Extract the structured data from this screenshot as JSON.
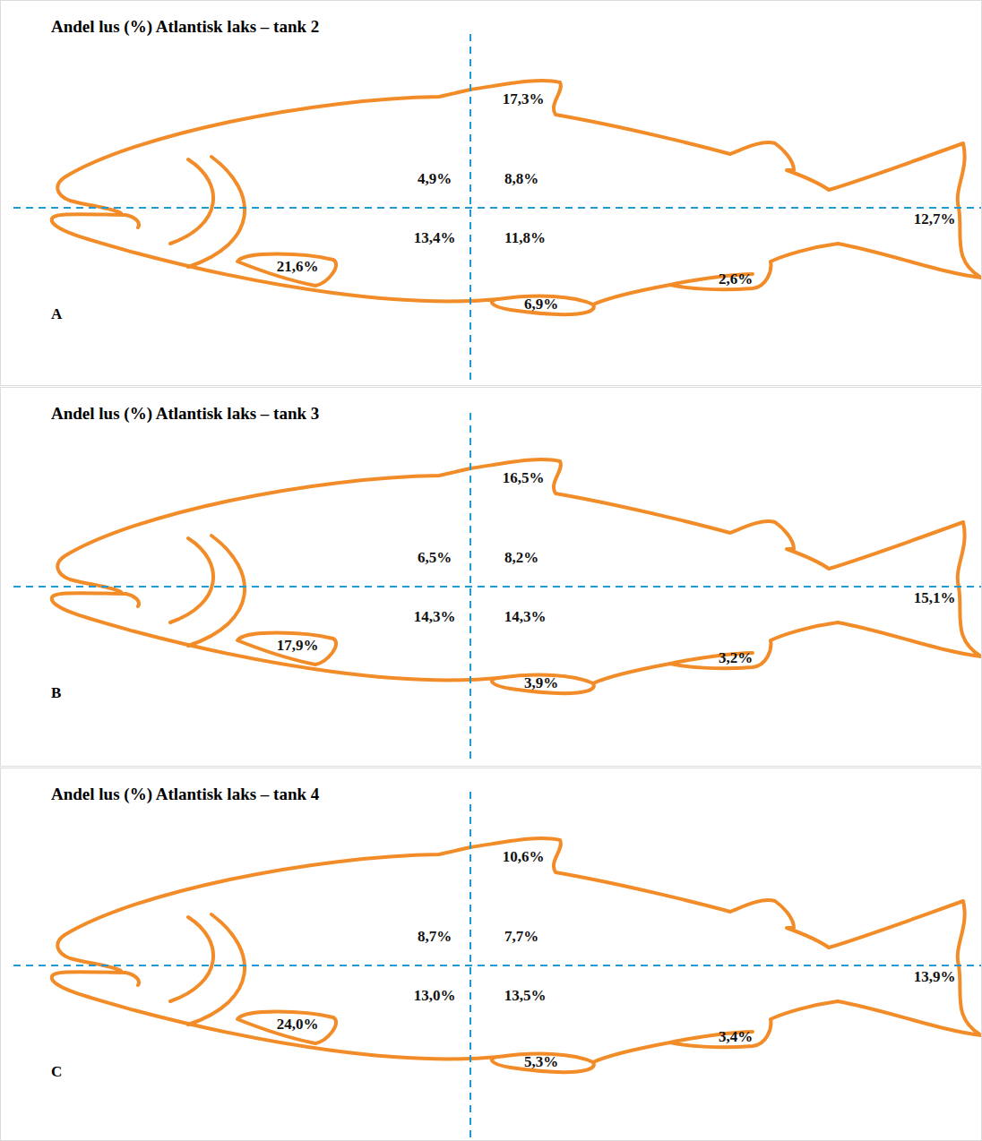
{
  "diagram": {
    "nodes": [
      {
        "text": [
          "Andel lus (%) Atlantisk laks  – tank 2",
          "A"
        ]
      },
      {
        "text": [
          "Andel lus (%) Atlantisk laks  – tank 3",
          "B"
        ]
      },
      {
        "text": [
          "Andel lus (%) Atlantisk laks  – tank 4",
          "C"
        ]
      }
    ],
    "labels": [
      "17,3%",
      "4,9%",
      "8,8%",
      "13,4%",
      "11,8%",
      "12,7%",
      "21,6%",
      "2,6%",
      "6,9%",
      "16,5%",
      "6,5%",
      "8,2%",
      "14,3%",
      "14,3%",
      "15,1%",
      "17,9%",
      "3,2%",
      "3,9%",
      "10,6%",
      "8,7%",
      "7,7%",
      "13,0%",
      "13,5%",
      "13,9%",
      "24,0%",
      "3,4%",
      "5,3%"
    ]
  }
}
